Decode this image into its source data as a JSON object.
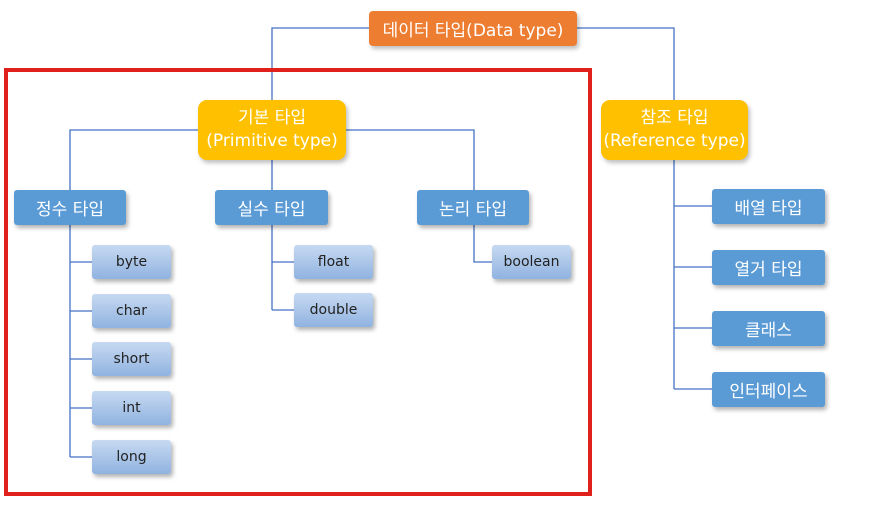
{
  "root": {
    "label": "데이터 타입(Data type)"
  },
  "primitive": {
    "label_line1": "기본 타입",
    "label_line2": "(Primitive type)",
    "integer": {
      "label": "정수 타입",
      "items": [
        "byte",
        "char",
        "short",
        "int",
        "long"
      ]
    },
    "real": {
      "label": "실수 타입",
      "items": [
        "float",
        "double"
      ]
    },
    "logical": {
      "label": "논리 타입",
      "items": [
        "boolean"
      ]
    }
  },
  "reference": {
    "label_line1": "참조 타입",
    "label_line2": "(Reference type)",
    "items": [
      "배열 타입",
      "열거 타입",
      "클래스",
      "인터페이스"
    ]
  },
  "colors": {
    "root": "#ed7d31",
    "level1": "#ffc000",
    "level2": "#5b9bd5",
    "leaf": "#a9c4e8",
    "connector": "#4472c4",
    "highlight": "#e0201b"
  }
}
